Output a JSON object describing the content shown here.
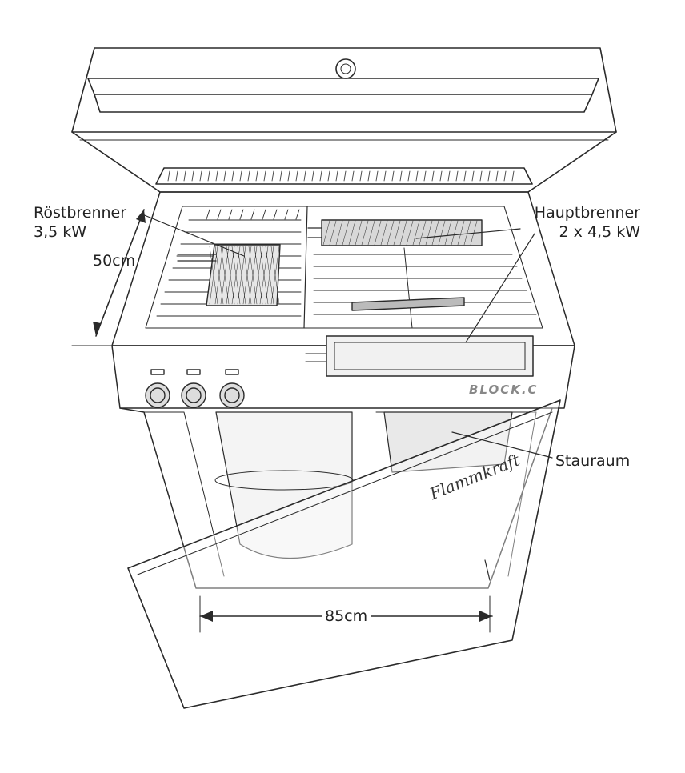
{
  "labels": {
    "roast_burner": {
      "name": "Röstbrenner",
      "power": "3,5 kW"
    },
    "main_burner": {
      "name": "Hauptbrenner",
      "power": "2 x 4,5 kW"
    },
    "depth": "50cm",
    "storage": "Stauraum",
    "width": "85cm"
  },
  "brand": {
    "logo": "BLOCK.C",
    "signature": "Flammkraft"
  },
  "colors": {
    "line": "#2a2a2a",
    "text": "#222222"
  }
}
